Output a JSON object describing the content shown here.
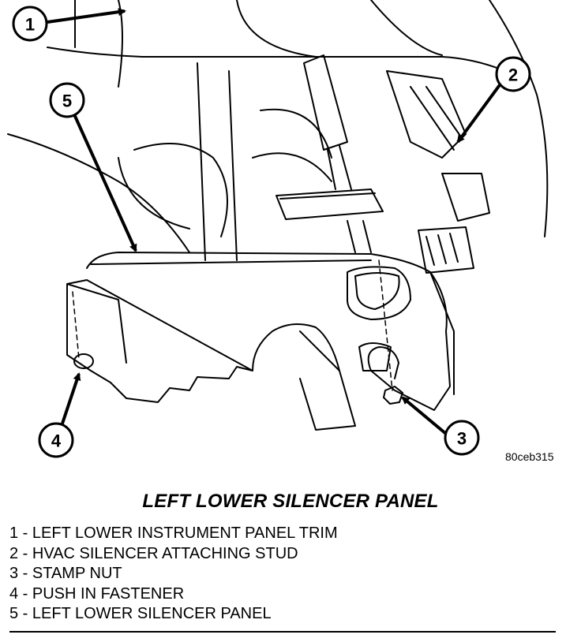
{
  "figure_code": "80ceb315",
  "title": "LEFT LOWER SILENCER PANEL",
  "callouts": [
    "1",
    "2",
    "3",
    "4",
    "5"
  ],
  "legend": [
    "1 - LEFT LOWER INSTRUMENT PANEL TRIM",
    "2 - HVAC SILENCER ATTACHING STUD",
    "3 - STAMP NUT",
    "4 - PUSH IN FASTENER",
    "5 - LEFT LOWER SILENCER PANEL"
  ]
}
